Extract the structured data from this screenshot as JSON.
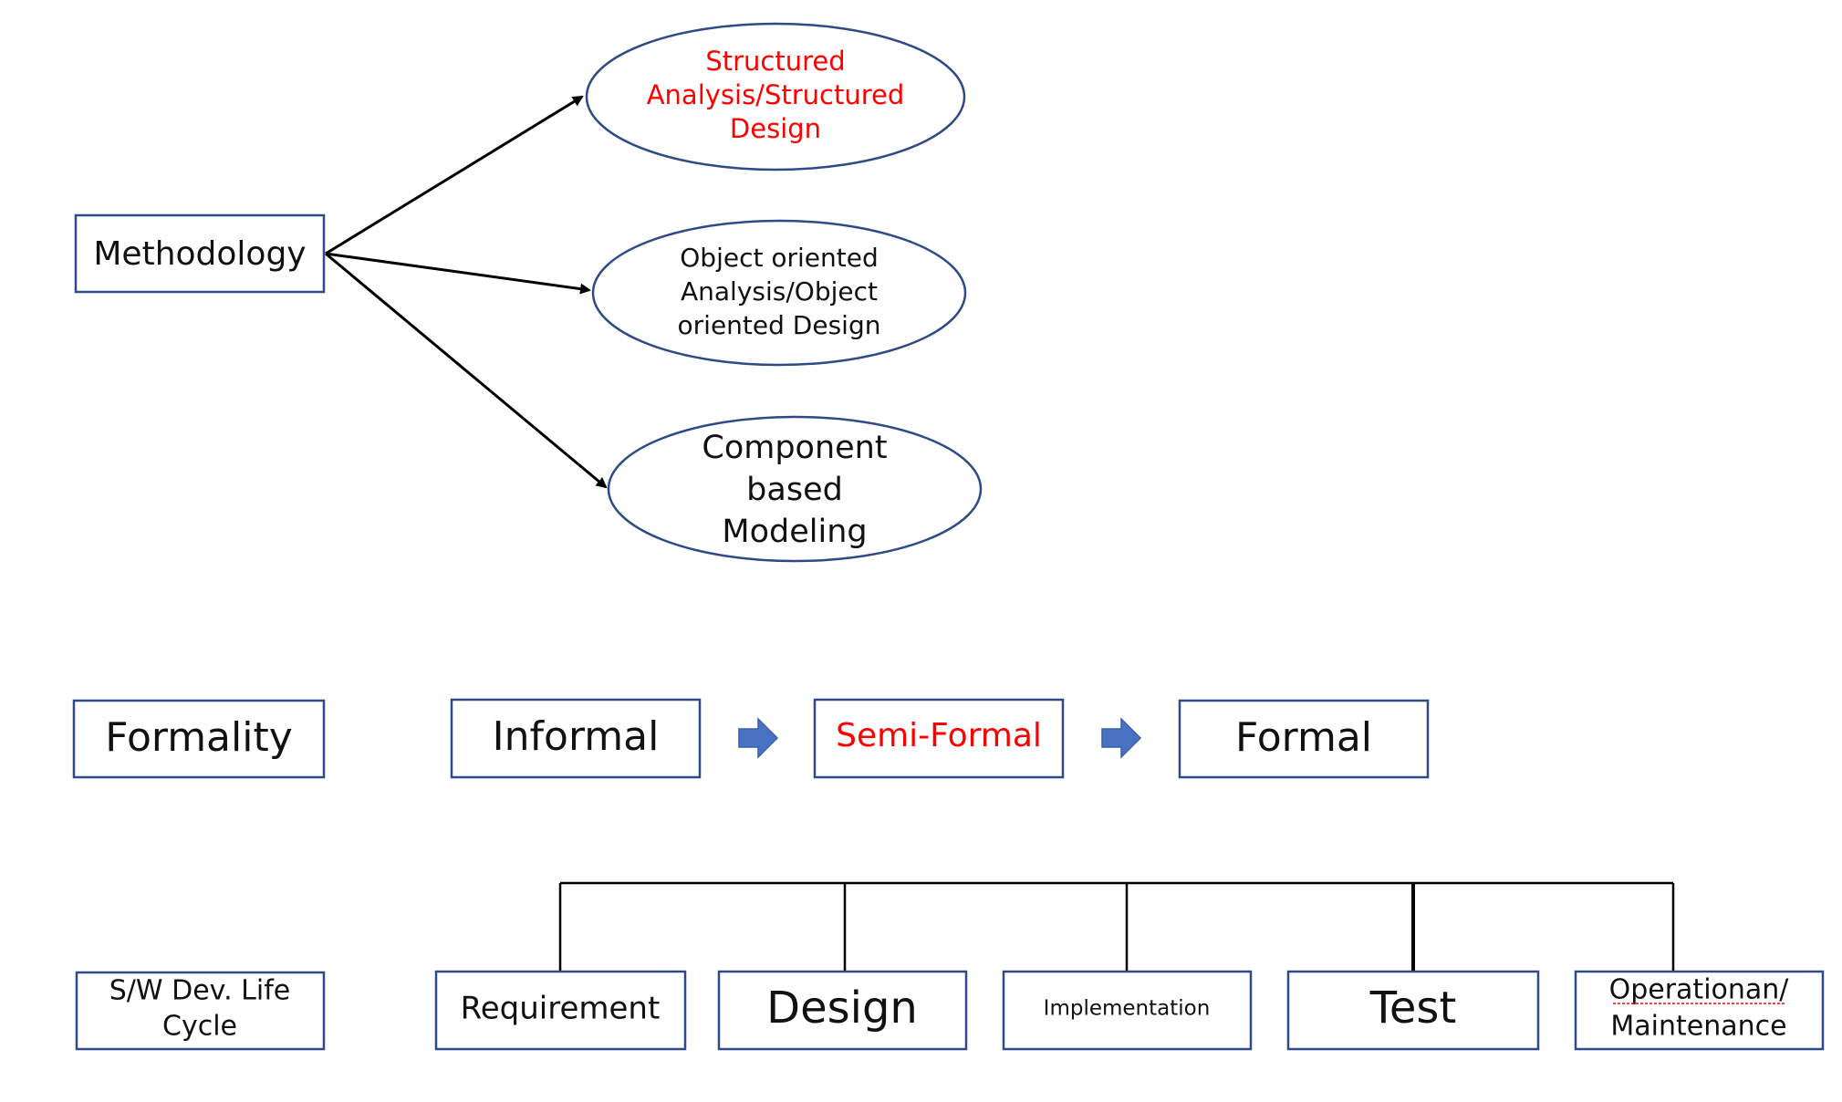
{
  "methodology": {
    "label": "Methodology",
    "items": [
      {
        "lines": [
          "Structured",
          "Analysis/Structured",
          "Design"
        ],
        "color": "#ff0000"
      },
      {
        "lines": [
          "Object oriented",
          "Analysis/Object",
          "oriented Design"
        ],
        "color": "#111111"
      },
      {
        "lines": [
          "Component",
          "based",
          "Modeling"
        ],
        "color": "#111111"
      }
    ]
  },
  "formality": {
    "label": "Formality",
    "stages": [
      {
        "label": "Informal",
        "color": "#111111"
      },
      {
        "label": "Semi-Formal",
        "color": "#ff0000"
      },
      {
        "label": "Formal",
        "color": "#111111"
      }
    ]
  },
  "lifecycle": {
    "label_lines": [
      "S/W Dev. Life",
      "Cycle"
    ],
    "phases": [
      {
        "lines": [
          "Requirement"
        ]
      },
      {
        "lines": [
          "Design"
        ]
      },
      {
        "lines": [
          "Implementation"
        ]
      },
      {
        "lines": [
          "Test"
        ]
      },
      {
        "lines": [
          "Operationan/",
          "Maintenance"
        ]
      }
    ]
  },
  "colors": {
    "box_border": "#2f4a87",
    "flow_arrow": "#4a72c4",
    "highlight": "#ff0000"
  }
}
